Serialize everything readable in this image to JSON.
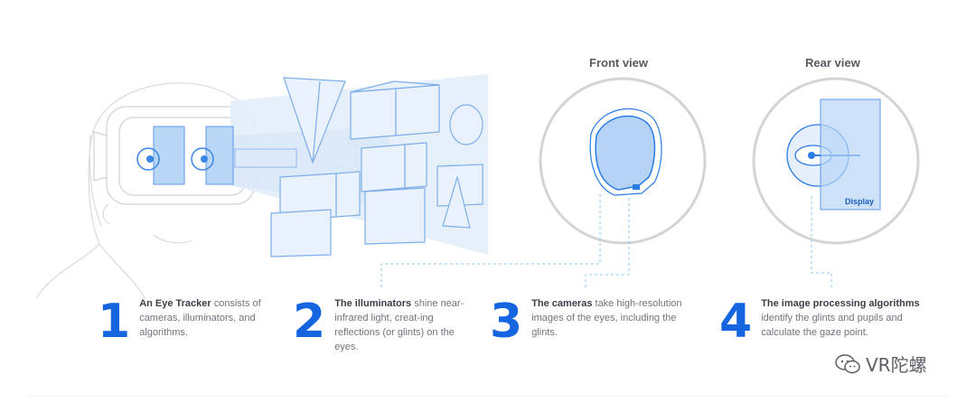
{
  "views": {
    "front_title": "Front view",
    "rear_title": "Rear view",
    "display_label": "Display"
  },
  "steps": [
    {
      "number": "1",
      "bold": "An Eye Tracker",
      "text": " consists of cameras, illuminators, and algorithms."
    },
    {
      "number": "2",
      "bold": "The illuminators",
      "text": " shine near-infrared light, creat-ing reflections (or glints) on the eyes."
    },
    {
      "number": "3",
      "bold": "The cameras",
      "text": " take high-resolution images of the eyes, including the glints."
    },
    {
      "number": "4",
      "bold": "The image processing algorithms",
      "text": " identify the glints and pupils and calculate the gaze point."
    }
  ],
  "watermark": {
    "text": "VR陀螺",
    "icon": "wechat-icon"
  },
  "colors": {
    "accent": "#1565e0",
    "light_blue": "#cfe3f8",
    "stroke": "#2a7be4",
    "circle": "#d2d4d6"
  }
}
